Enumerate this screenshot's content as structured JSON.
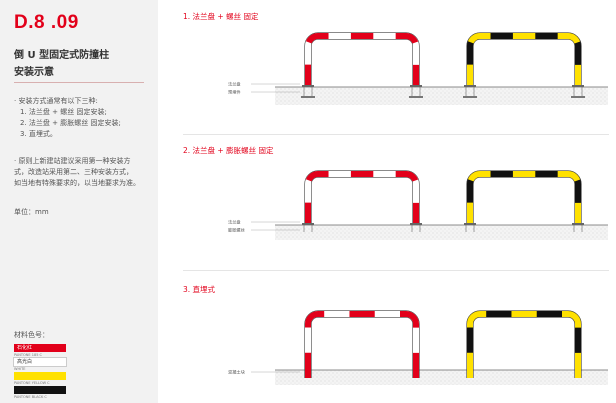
{
  "sidebar": {
    "code": "D.8 .09",
    "title_line1": "倒 U 型固定式防撞柱",
    "title_line2": "安装示意",
    "install_intro": "· 安装方式通常有以下三种:",
    "install_items": [
      "1. 法兰盘 + 螺丝 固定安装;",
      "2. 法兰盘 + 膨胀螺丝 固定安装;",
      "3. 直埋式。"
    ],
    "principle_lines": [
      "· 原则上新建站建议采用第一种安装方",
      "式，改造站采用第二、三种安装方式，",
      "如当地有特殊要求的，以当地要求为准。"
    ],
    "unit": "单位：mm",
    "materials_title": "材料色号：",
    "swatches": [
      {
        "label": "石化红",
        "code": "PANTONE 185 C",
        "color": "#e2001a",
        "text_color": "#ffffff"
      },
      {
        "label": "高光白",
        "code": "WHITE",
        "color": "#ffffff",
        "text_color": "#333333"
      },
      {
        "label": "",
        "code": "PANTONE YELLOW C",
        "color": "#ffe100",
        "text_color": "#333333"
      },
      {
        "label": "",
        "code": "PANTONE BLACK C",
        "color": "#111111",
        "text_color": "#ffffff"
      }
    ]
  },
  "panels": [
    {
      "title": "1. 法兰盘 + 螺丝 固定",
      "labels": [
        "法兰盘",
        "预埋件"
      ]
    },
    {
      "title": "2. 法兰盘 + 膨胀螺丝 固定",
      "labels": [
        "法兰盘",
        "膨胀螺丝"
      ]
    },
    {
      "title": "3. 直埋式",
      "labels": [
        "混凝土块"
      ]
    }
  ],
  "colors": {
    "red": "#e2001a",
    "white": "#ffffff",
    "yellow": "#ffe100",
    "black": "#111111",
    "accent": "#e2001a"
  }
}
